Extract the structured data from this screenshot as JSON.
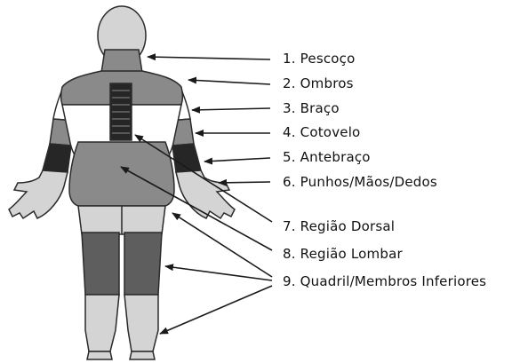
{
  "labels": {
    "pescoco": "1. Pescoço",
    "ombros": "2. Ombros",
    "braco": "3. Braço",
    "cotovelo": "4. Cotovelo",
    "antebraco": "5. Antebraço",
    "punhos": "6. Punhos/Mãos/Dedos",
    "dorsal": "7. Região Dorsal",
    "lombar": "8. Região Lombar",
    "quadril": "9. Quadril/Membros Inferiores"
  },
  "colors": {
    "outline": "#2a2a2a",
    "light_gray": "#d4d4d4",
    "mid_gray": "#8a8a8a",
    "dark_gray": "#5e5e5e",
    "darkest": "#262626",
    "white": "#ffffff"
  }
}
